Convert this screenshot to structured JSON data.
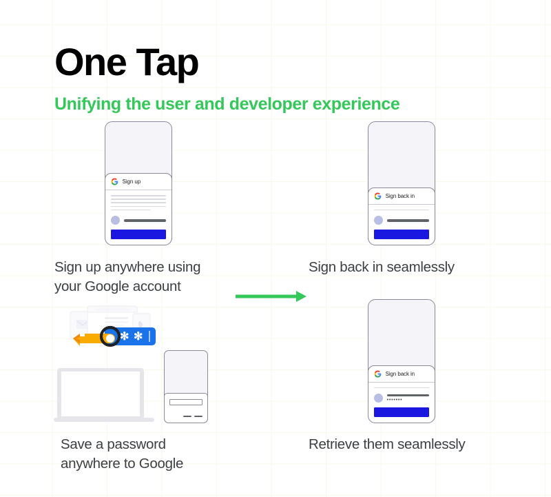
{
  "slide": {
    "title": "One Tap",
    "subtitle": "Unifying the user and developer experience",
    "background_color": "#ffffff",
    "grid_color": "#faf8e8",
    "accent_green": "#34c759",
    "accent_blue": "#1a18e0"
  },
  "captions": {
    "sign_up": "Sign up anywhere using\nyour Google account",
    "sign_back_in": "Sign back in seamlessly",
    "save_password": "Save a password\nanywhere to Google",
    "retrieve": "Retrieve them seamlessly"
  },
  "phones": [
    {
      "id": "sign-up",
      "sheet_title": "Sign up",
      "icon": "google-g-icon",
      "has_text_lines": true,
      "text_line_count": 5,
      "has_password_dots": false,
      "button_color": "#1a18e0"
    },
    {
      "id": "sign-back-in",
      "sheet_title": "Sign back in",
      "icon": "google-g-icon",
      "has_text_lines": true,
      "text_line_count": 1,
      "has_password_dots": false,
      "button_color": "#1a18e0"
    },
    {
      "id": "retrieve-password",
      "sheet_title": "Sign back in",
      "icon": "google-g-icon",
      "has_text_lines": true,
      "text_line_count": 1,
      "has_password_dots": true,
      "password_dots": "•••••••",
      "button_color": "#1a18e0"
    }
  ],
  "illustration": {
    "key_color": "#f9ab00",
    "keyring_color": "#202124",
    "password_pill_color": "#1a73e8",
    "password_pill_text": "✻ ✻",
    "devices_icons": [
      "mail-icon",
      "browser-window-icon",
      "phone-call-icon"
    ],
    "laptop": "laptop-icon",
    "mini_device": "phone-password-field-icon"
  },
  "arrow": {
    "name": "flow-arrow",
    "direction": "right",
    "color": "#34c759"
  }
}
